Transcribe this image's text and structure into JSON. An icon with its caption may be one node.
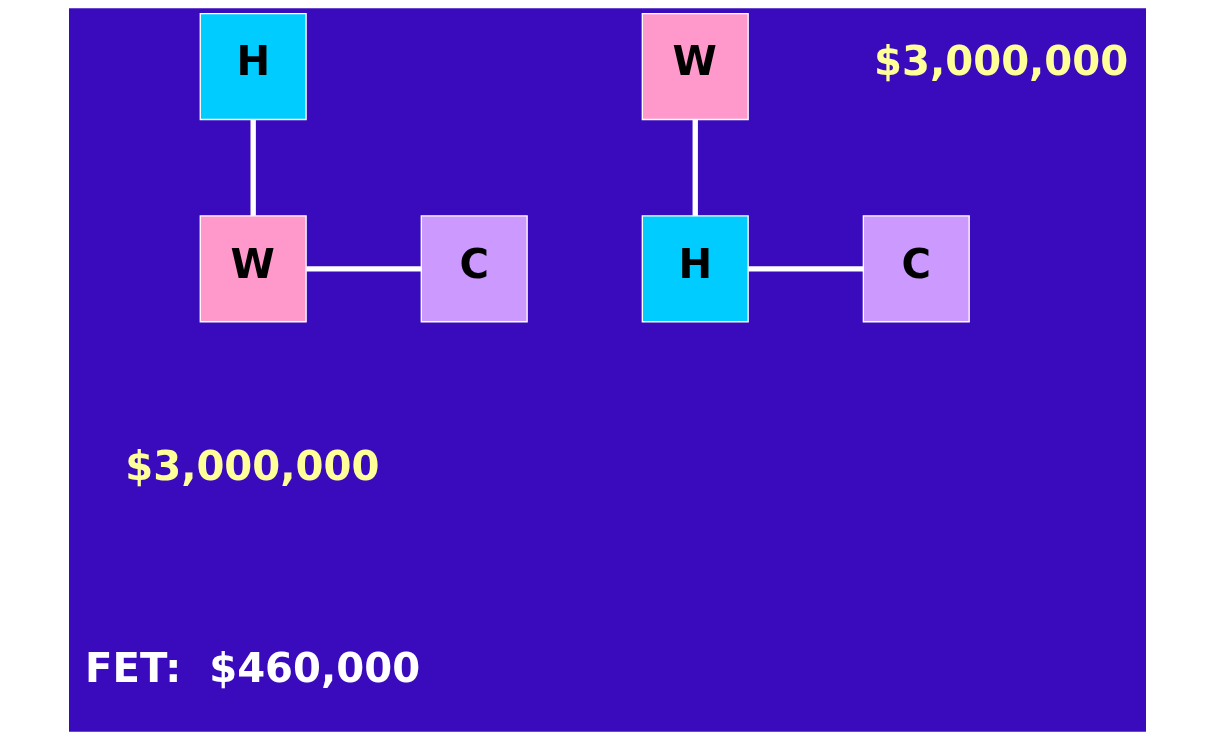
{
  "diagram": {
    "nodes": [
      {
        "text": [
          "H"
        ]
      },
      {
        "text": [
          "W"
        ]
      },
      {
        "text": [
          "H"
        ]
      },
      {
        "text": [
          "C"
        ]
      },
      {
        "text": [
          "W"
        ]
      },
      {
        "text": [
          "C"
        ]
      }
    ],
    "edges": [
      {
        "from": 0,
        "to": 4,
        "arrow": "none"
      },
      {
        "from": 1,
        "to": 2,
        "arrow": "none"
      },
      {
        "from": 2,
        "to": 3,
        "arrow": "none"
      },
      {
        "from": 4,
        "to": 5,
        "arrow": "none"
      }
    ],
    "labels": [
      "$3,000,000",
      "$3,000,000",
      "FET:  $460,000"
    ]
  }
}
